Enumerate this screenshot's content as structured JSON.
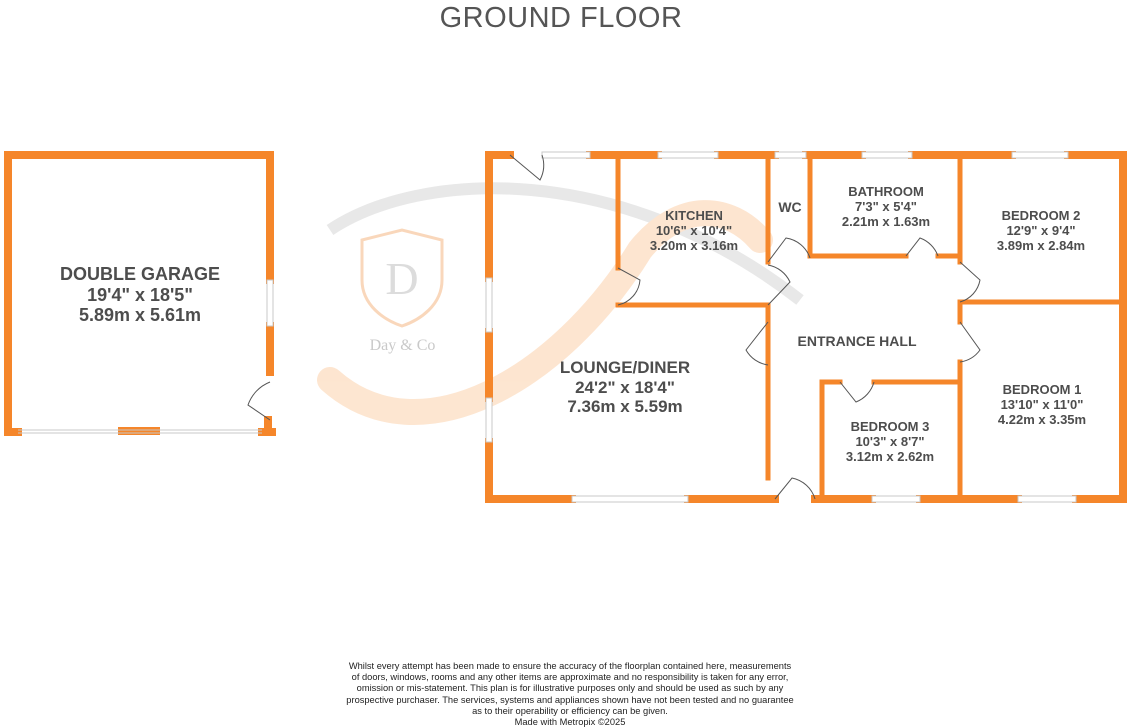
{
  "title": "GROUND FLOOR",
  "colors": {
    "wall": "#f5862a",
    "window": "#cccccc",
    "label": "#4d4d4d"
  },
  "watermark": {
    "logo_letter": "D",
    "brand": "Day & Co"
  },
  "rooms": {
    "garage": {
      "name": "DOUBLE GARAGE",
      "imperial": "19'4\"  x 18'5\"",
      "metric": "5.89m  x 5.61m"
    },
    "lounge": {
      "name": "LOUNGE/DINER",
      "imperial": "24'2\"  x 18'4\"",
      "metric": "7.36m  x 5.59m"
    },
    "kitchen": {
      "name": "KITCHEN",
      "imperial": "10'6\"  x 10'4\"",
      "metric": "3.20m  x 3.16m"
    },
    "wc": {
      "name": "WC"
    },
    "bathroom": {
      "name": "BATHROOM",
      "imperial": "7'3\"  x 5'4\"",
      "metric": "2.21m  x 1.63m"
    },
    "bedroom2": {
      "name": "BEDROOM 2",
      "imperial": "12'9\"  x 9'4\"",
      "metric": "3.89m  x 2.84m"
    },
    "hall": {
      "name": "ENTRANCE HALL"
    },
    "bedroom1": {
      "name": "BEDROOM 1",
      "imperial": "13'10\"  x 11'0\"",
      "metric": "4.22m  x 3.35m"
    },
    "bedroom3": {
      "name": "BEDROOM 3",
      "imperial": "10'3\"  x 8'7\"",
      "metric": "3.12m  x 2.62m"
    }
  },
  "disclaimer": {
    "line1": "Whilst every attempt has been made to ensure the accuracy of the floorplan contained here, measurements",
    "line2": "of doors, windows, rooms and any other items are approximate and no responsibility is taken for any error,",
    "line3": "omission or mis-statement. This plan is for illustrative purposes only and should be used as such by any",
    "line4": "prospective purchaser. The services, systems and appliances shown have not been tested and no guarantee",
    "line5": "as to their operability or efficiency can be given.",
    "line6": "Made with Metropix ©2025"
  }
}
